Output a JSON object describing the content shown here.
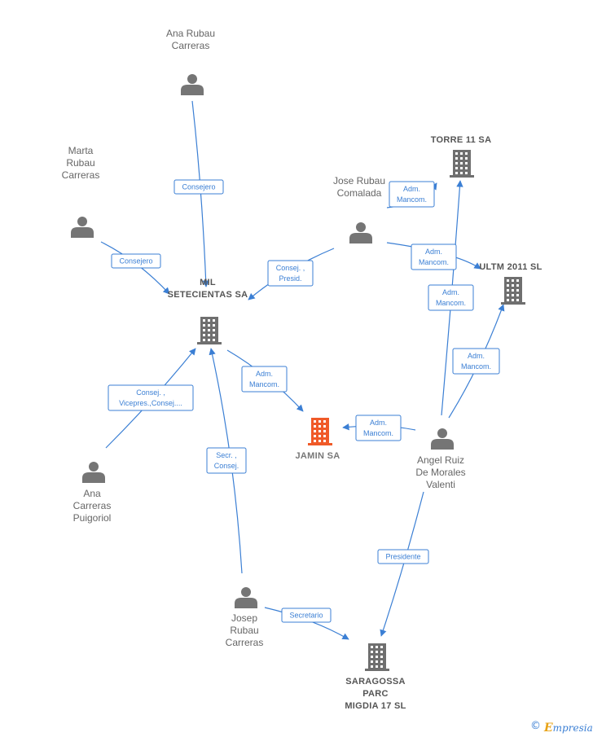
{
  "nodes": {
    "ana_rubau": {
      "label": [
        "Ana Rubau",
        "Carreras"
      ],
      "kind": "person"
    },
    "marta_rubau": {
      "label": [
        "Marta",
        "Rubau",
        "Carreras"
      ],
      "kind": "person"
    },
    "jose_rubau": {
      "label": [
        "Jose Rubau",
        "Comalada"
      ],
      "kind": "person"
    },
    "ana_carreras": {
      "label": [
        "Ana",
        "Carreras",
        "Puigoriol"
      ],
      "kind": "person"
    },
    "josep_rubau": {
      "label": [
        "Josep",
        "Rubau",
        "Carreras"
      ],
      "kind": "person"
    },
    "angel_ruiz": {
      "label": [
        "Angel Ruiz",
        "De Morales",
        "Valenti"
      ],
      "kind": "person"
    },
    "mil_setecientas": {
      "label": [
        "MIL",
        "SETECIENTAS SA"
      ],
      "kind": "company"
    },
    "torre_11": {
      "label": [
        "TORRE 11 SA"
      ],
      "kind": "company"
    },
    "ultm_2011": {
      "label": [
        "ULTM 2011 SL"
      ],
      "kind": "company"
    },
    "jamin": {
      "label": [
        "JAMIN SA"
      ],
      "kind": "company",
      "focus": true
    },
    "saragossa": {
      "label": [
        "SARAGOSSA",
        "PARC",
        "MIGDIA 17 SL"
      ],
      "kind": "company"
    }
  },
  "edges": [
    {
      "from": "ana_rubau",
      "to": "mil_setecientas",
      "label": [
        "Consejero"
      ]
    },
    {
      "from": "marta_rubau",
      "to": "mil_setecientas",
      "label": [
        "Consejero"
      ]
    },
    {
      "from": "jose_rubau",
      "to": "mil_setecientas",
      "label": [
        "Consej. ,",
        "Presid."
      ]
    },
    {
      "from": "jose_rubau",
      "to": "torre_11",
      "label": [
        "Adm.",
        "Mancom."
      ]
    },
    {
      "from": "jose_rubau",
      "to": "ultm_2011",
      "label": [
        "Adm.",
        "Mancom."
      ]
    },
    {
      "from": "ana_carreras",
      "to": "mil_setecientas",
      "label": [
        "Consej. ,",
        "Vicepres.,Consej...."
      ]
    },
    {
      "from": "josep_rubau",
      "to": "mil_setecientas",
      "label": [
        "Secr. ,",
        "Consej."
      ]
    },
    {
      "from": "josep_rubau",
      "to": "saragossa",
      "label": [
        "Secretario"
      ]
    },
    {
      "from": "mil_setecientas",
      "to": "jamin",
      "label": [
        "Adm.",
        "Mancom."
      ]
    },
    {
      "from": "angel_ruiz",
      "to": "jamin",
      "label": [
        "Adm.",
        "Mancom."
      ]
    },
    {
      "from": "angel_ruiz",
      "to": "torre_11",
      "label": [
        "Adm.",
        "Mancom."
      ]
    },
    {
      "from": "angel_ruiz",
      "to": "ultm_2011",
      "label": [
        "Adm.",
        "Mancom."
      ]
    },
    {
      "from": "angel_ruiz",
      "to": "saragossa",
      "label": [
        "Presidente"
      ]
    }
  ],
  "colors": {
    "edge": "#3b7fd4",
    "person": "#757575",
    "company": "#6f6f6f",
    "focus_company": "#f05a28"
  },
  "footer": {
    "copyright_symbol": "©",
    "brand_first_letter": "E",
    "brand_rest": "mpresia"
  }
}
